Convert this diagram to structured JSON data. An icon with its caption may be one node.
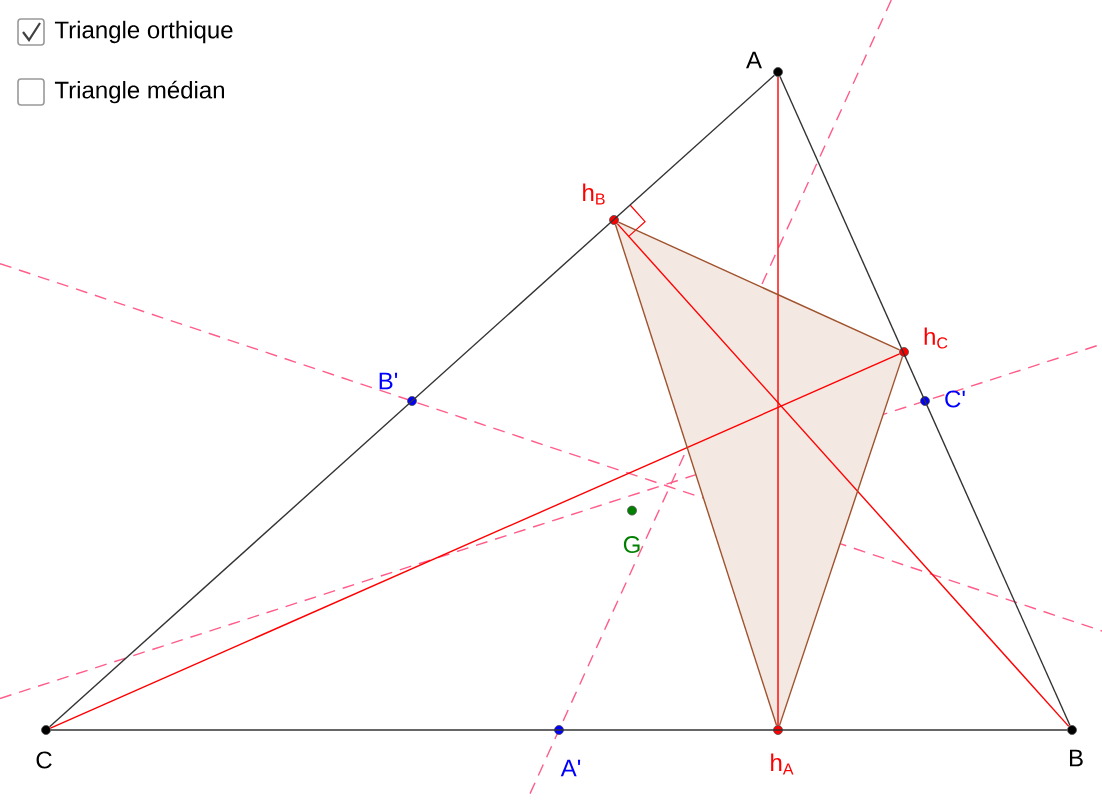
{
  "diagram": {
    "nodes": [
      {
        "text": [],
        "shape": "circle",
        "beside": [
          "A"
        ]
      },
      {
        "text": [],
        "shape": "circle",
        "beside": [
          "B"
        ]
      },
      {
        "text": [],
        "shape": "circle",
        "beside": [
          "C"
        ]
      },
      {
        "text": [],
        "shape": "circle",
        "beside": [
          "h$_{A}$"
        ]
      },
      {
        "text": [],
        "shape": "circle",
        "beside": [
          "h$_{B}$"
        ]
      },
      {
        "text": [],
        "shape": "circle",
        "beside": [
          "h$_{C}$"
        ]
      },
      {
        "text": [],
        "shape": "circle",
        "beside": [
          "A'"
        ]
      },
      {
        "text": [],
        "shape": "circle",
        "beside": [
          "B'"
        ]
      },
      {
        "text": [],
        "shape": "circle",
        "beside": [
          "C'"
        ]
      },
      {
        "text": [],
        "shape": "circle",
        "beside": [
          "G"
        ]
      }
    ],
    "edges": [
      {
        "from": 0,
        "to": 1,
        "arrow": "none"
      },
      {
        "from": 1,
        "to": 2,
        "arrow": "none"
      },
      {
        "from": 2,
        "to": 0,
        "arrow": "none"
      },
      {
        "from": 0,
        "to": 3,
        "arrow": "none",
        "color": "#ff0000"
      },
      {
        "from": 1,
        "to": 4,
        "arrow": "none",
        "color": "#ff0000"
      },
      {
        "from": 2,
        "to": 5,
        "arrow": "none",
        "color": "#ff0000"
      },
      {
        "from": 3,
        "to": 4,
        "arrow": "none",
        "color": "#a0522d"
      },
      {
        "from": 4,
        "to": 5,
        "arrow": "none",
        "color": "#a0522d"
      },
      {
        "from": 5,
        "to": 3,
        "arrow": "none",
        "color": "#a0522d"
      }
    ],
    "labels": [
      "Triangle orthique",
      "Triangle médian"
    ]
  }
}
